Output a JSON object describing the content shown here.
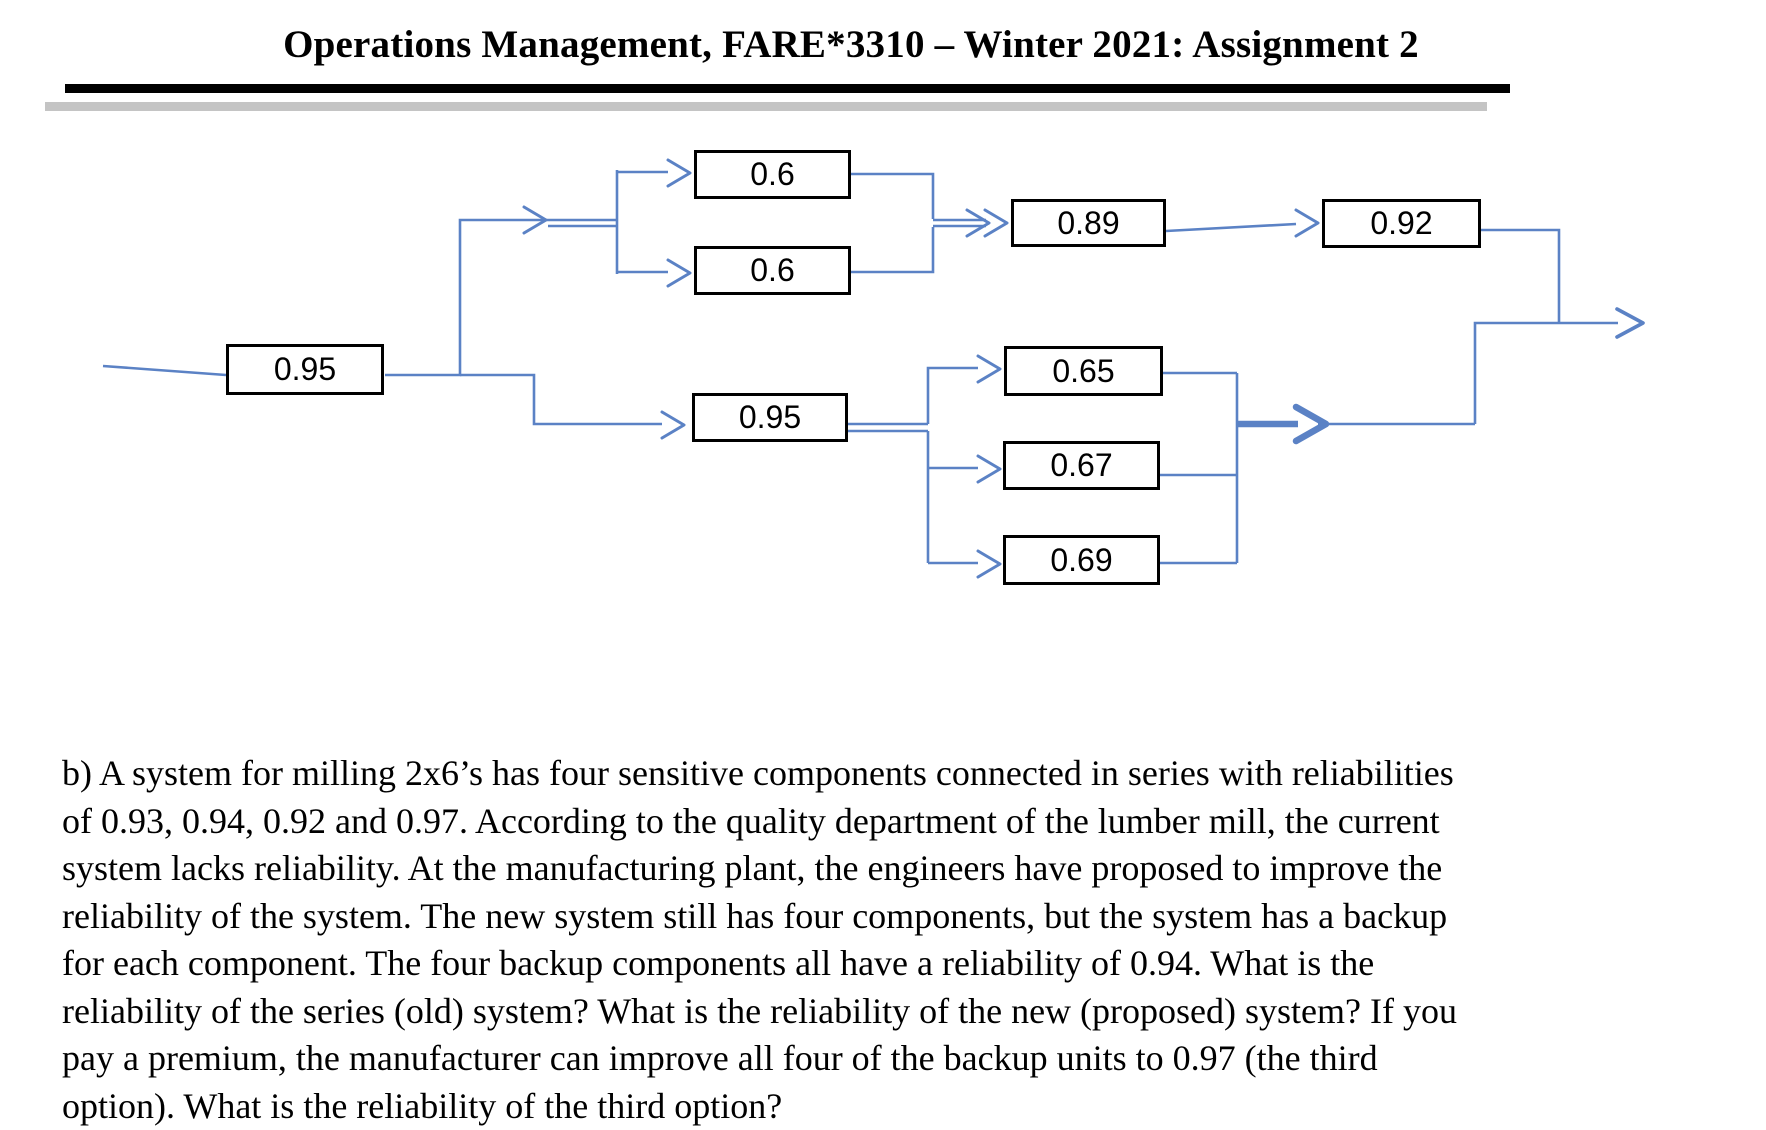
{
  "header": {
    "title": "Operations Management, FARE*3310 – Winter 2021: Assignment 2"
  },
  "diagram": {
    "line_color": "#5b82c5",
    "box_border_color": "#000000",
    "boxes": [
      {
        "id": "stage1-095",
        "value": "0.95"
      },
      {
        "id": "parallel-a-unit1",
        "value": "0.6"
      },
      {
        "id": "parallel-a-unit2",
        "value": "0.6"
      },
      {
        "id": "stage-089",
        "value": "0.89"
      },
      {
        "id": "stage-092",
        "value": "0.92"
      },
      {
        "id": "stage2-095",
        "value": "0.95"
      },
      {
        "id": "parallel-b-unit1",
        "value": "0.65"
      },
      {
        "id": "parallel-b-unit2",
        "value": "0.67"
      },
      {
        "id": "parallel-b-unit3",
        "value": "0.69"
      }
    ]
  },
  "question": {
    "lines": [
      "b) A system for milling 2x6’s has four sensitive components connected in series with reliabilities",
      "of 0.93, 0.94, 0.92 and 0.97. According to the quality department of the lumber mill, the current",
      "system lacks reliability. At the manufacturing plant, the engineers have proposed to improve the",
      "reliability of the system. The new system still has four components, but the system has a backup",
      "for each component. The four backup components all have a reliability of 0.94. What is the",
      "reliability of the series (old) system? What is the reliability of the new (proposed) system? If you",
      "pay a premium, the manufacturer can improve all four of the backup units to 0.97 (the third",
      "option). What is the reliability of the third option?"
    ]
  }
}
